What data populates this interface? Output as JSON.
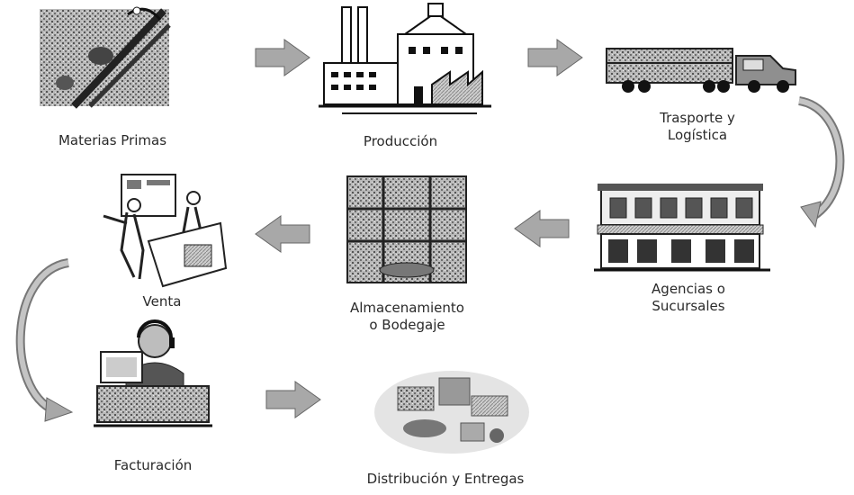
{
  "steps": {
    "materias_primas": "Materias Primas",
    "produccion": "Producción",
    "transporte": [
      "Trasporte y",
      "Logística"
    ],
    "agencias": [
      "Agencias o",
      "Sucursales"
    ],
    "almacenamiento": [
      "Almacenamiento",
      "o Bodegaje"
    ],
    "venta": "Venta",
    "facturacion": "Facturación",
    "distribucion": "Distribución y Entregas"
  },
  "colors": {
    "arrow_fill": "#a8a8a8",
    "arrow_stroke": "#666666",
    "line": "#333333",
    "image_shade": "#8c8c8c"
  },
  "icons": {
    "materias_primas": "raw-materials-photo",
    "produccion": "factory-icon",
    "transporte": "truck-icon",
    "agencias": "storefront-building-icon",
    "almacenamiento": "warehouse-icon",
    "venta": "salespeople-icon",
    "facturacion": "operator-computer-icon",
    "distribucion": "delivery-items-icon"
  }
}
